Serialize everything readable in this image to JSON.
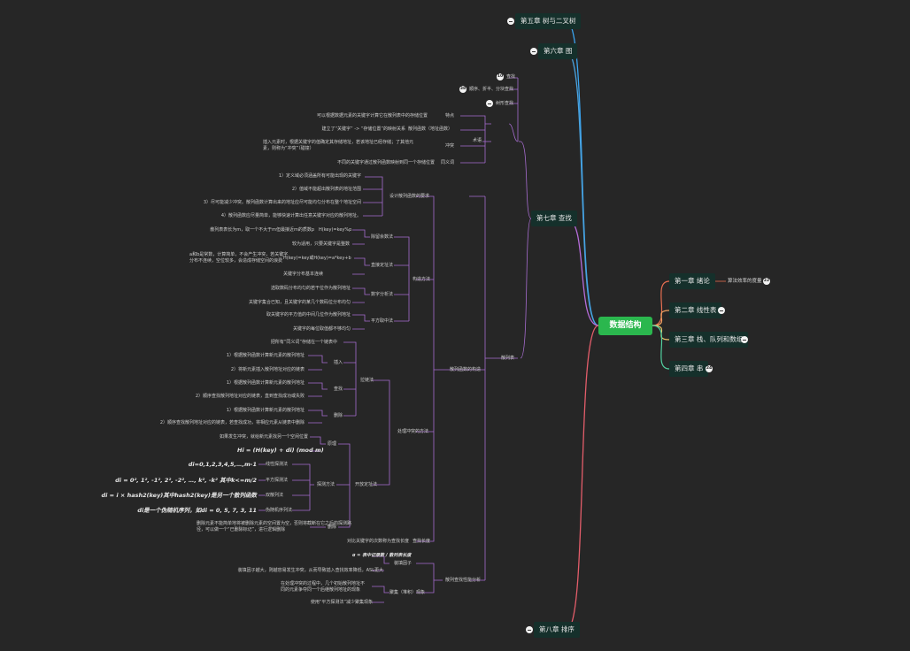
{
  "root": {
    "label": "数据结构"
  },
  "chapters": {
    "ch1": {
      "label": "第一章 绪论",
      "sub": "算法效率的度量",
      "count": "22"
    },
    "ch2": {
      "label": "第二章 线性表"
    },
    "ch3": {
      "label": "第三章 栈、队列和数组"
    },
    "ch4": {
      "label": "第四章 串",
      "count": "24"
    },
    "ch5": {
      "label": "第五章 树与二叉树"
    },
    "ch6": {
      "label": "第六章 图"
    },
    "ch7": {
      "label": "第七章 查找"
    },
    "ch8": {
      "label": "第八章 排序"
    }
  },
  "search": {
    "seq": {
      "label": "查找",
      "count": "10"
    },
    "block": {
      "label": "顺序、折半、分块查找",
      "count": "38"
    },
    "bst": {
      "label": "树形查找"
    },
    "hash": {
      "label": "散列表"
    },
    "term": {
      "label": "术语"
    },
    "t_feature": "特点",
    "t_feature_desc": "可以根据数据元素的关键字计算它在散列表中的存储位置",
    "t_func": "散列函数（地址函数）",
    "t_func_desc": "建立了“关键字” -> “存储位置”的映射关系",
    "t_conflict": "冲突",
    "t_conflict_desc1": "插入元素时，根据关键字的值确定其存储地址，若该地址已经存储；了其他元",
    "t_conflict_desc2": "素，则称为“冲突”（碰撞）",
    "t_synonym": "同义词",
    "t_synonym_desc": "不同的关键字通过散列函数映射到同一个存储位置",
    "design": {
      "label": "设计散列函数的要求",
      "r1": "1）定义域必须涵盖所有可能出现的关键字",
      "r2": "2）值域不能超出散列表的地址范围",
      "r3": "3）尽可能减少冲突。散列函数计算出来的地址应尽可能均匀分布在整个地址空间",
      "r4": "4）散列函数应尽量简单，能够快速计算出任意关键字对应的散列地址。"
    },
    "construct": {
      "label": "构造方法",
      "mod": "除留余数法",
      "mod_formula": "H(key)=key%p",
      "mod_desc": "散列表表长为m，取一个不大于m但最接近m的质数p",
      "mod_note": "较为适用，只要关键字是整数",
      "direct": "直接定址法",
      "direct_formula": "H(key)=key或H(key)=a*key+b",
      "direct_desc1": "a和b是常数，计算简单，不会产生冲突，若关键字",
      "direct_desc2": "分布不连续，空位较多，会造成存储空间的浪费",
      "direct_note": "关键字分布基本连续",
      "digit": "数字分析法",
      "digit_desc": "选取数码分布均匀的若干位作为散列地址",
      "digit_note": "关键字集合已知，且关键字的某几个数码位分布均匀",
      "square": "平方取中法",
      "square_desc": "取关键字的平方值的中间几位作为散列地址",
      "square_note": "关键字的每位取值都不够均匀"
    },
    "handle": {
      "label": "处理冲突的方法",
      "chain": "拉链法",
      "chain_desc": "把所有“同义词”存储在一个链表中",
      "insert": "插入",
      "ins1": "1）根据散列函数计算新元素的散列地址",
      "ins2": "2）将新元素插入散列地址对应的链表",
      "find": "查找",
      "find1": "1）根据散列函数计算新元素的散列地址",
      "find2": "2）顺序查找散列地址对应的链表，直到查找成功或失败",
      "del": "删除",
      "del1": "1）根据散列函数计算新元素的散列地址",
      "del2": "2）顺序查找散列地址对应的链表，若查找成功，将相应元素从链表中删除",
      "open": "开放定址法",
      "principle": "原理",
      "principle_desc": "如果发生冲突，就给新元素找另一个空闲位置",
      "principle_formula": "Hi = (H(key) + di)  (mod  m)",
      "methods": "探测方法",
      "linear": "线性探测法",
      "linear_seq": "di=0,1,2,3,4,5,…,m-1",
      "quad": "平方探测法",
      "quad_seq": "di = 0², 1², -1², 2², -2², …, k², -k² 其中k<=m/2",
      "double": "双散列法",
      "double_seq": "di = i × hash2(key)其中hash2(key)是另一个散列函数",
      "pseudo": "伪随机序列法",
      "pseudo_seq": "di是一个伪随机序列，如di = 0, 5, 7, 3, 11",
      "remove": "删除",
      "remove_desc1": "删除元素不能简单地将被删除元素的空间置为空，否则将截断在它之后的探测路",
      "remove_desc2": "径，可以做一个“已删除标记”，进行逻辑删除"
    },
    "length": {
      "label": "查找长度",
      "desc": "对比关键字的次数称为查找长度"
    },
    "perf": {
      "label": "散列查找性能分析",
      "load": "装填因子",
      "load_formula": "α = 表中记录数 / 散列表长度",
      "load_desc": "装填因子越大，则越容易发生冲突，从而导致插入查找效率降低，ASL更大",
      "cluster": "聚集（堆积）现象",
      "cluster_desc1": "在处理冲突的过程中，几个初始散列地址不",
      "cluster_desc2": "同的元素争夺同一个后继散列地址的现象",
      "cluster_note": "使用“平方探测法”减少聚集现象"
    }
  }
}
